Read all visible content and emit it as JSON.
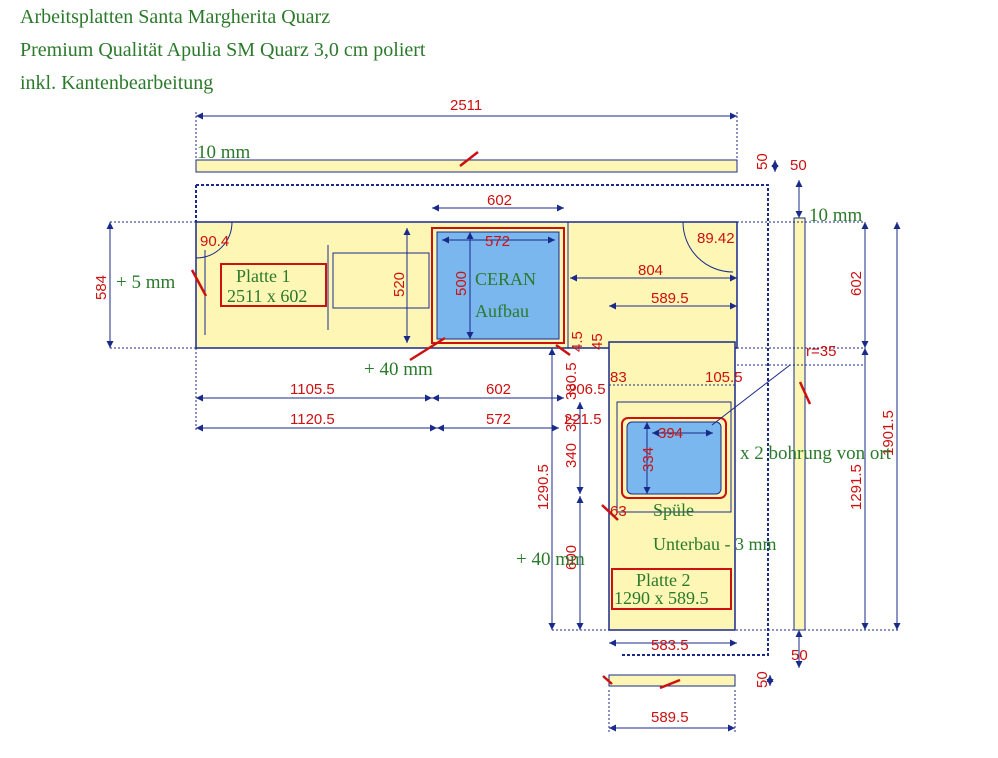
{
  "header": {
    "line1": "Arbeitsplatten Santa Margherita Quarz",
    "line2": "Premium Qualität Apulia SM Quarz 3,0 cm poliert",
    "line3": "inkl. Kantenbearbeitung"
  },
  "colors": {
    "slab": "#fdf6b5",
    "cutout": "#7ab7ee",
    "dimension": "#cc1111",
    "note": "#2b7a2b",
    "line": "#1a2a8a"
  },
  "plate1": {
    "name": "Platte 1",
    "size": "2511 x 602"
  },
  "plate2": {
    "name": "Platte 2",
    "size": "1290 x 589.5"
  },
  "cooktop": {
    "line1": "CERAN",
    "line2": "Aufbau"
  },
  "sink": {
    "line1": "Spüle",
    "line2": "Unterbau - 3 mm"
  },
  "notes": {
    "edge_top": "10 mm",
    "edge_right": "10 mm",
    "plus5": "+ 5 mm",
    "plus40_a": "+ 40 mm",
    "plus40_b": "+ 40 mm",
    "drill": "x 2 bohrung von ort"
  },
  "dims": {
    "top_total": "2511",
    "strip_h_a": "50",
    "strip_h_b": "50",
    "cooktop_gap": "602",
    "cooktop_w": "572",
    "radius_left": "90.4",
    "radius_right": "89.42",
    "depth_left": "584",
    "cooktop_h_outer": "520",
    "cooktop_h_inner": "500",
    "right_804": "804",
    "right_5895": "589.5",
    "depth_right": "602",
    "r35": "r=35",
    "d_45": "45",
    "d_4_5": "4.5",
    "d_1105": "1105.5",
    "d_602b": "602",
    "d_2065": "206.5",
    "d_83": "83",
    "d_1055": "105.5",
    "d_3805": "380.5",
    "d_1120": "1120.5",
    "d_572b": "572",
    "d_2215": "221.5",
    "d_37": "37",
    "sink_w": "394",
    "sink_h": "334",
    "d_340": "340",
    "d_12905": "1290.5",
    "d_63": "63",
    "d_600": "600",
    "d_12915": "1291.5",
    "d_19015": "1901.5",
    "bottom_5835": "583.5",
    "bottom_50": "50",
    "strip_bottom_50": "50",
    "bottom_5895": "589.5"
  }
}
